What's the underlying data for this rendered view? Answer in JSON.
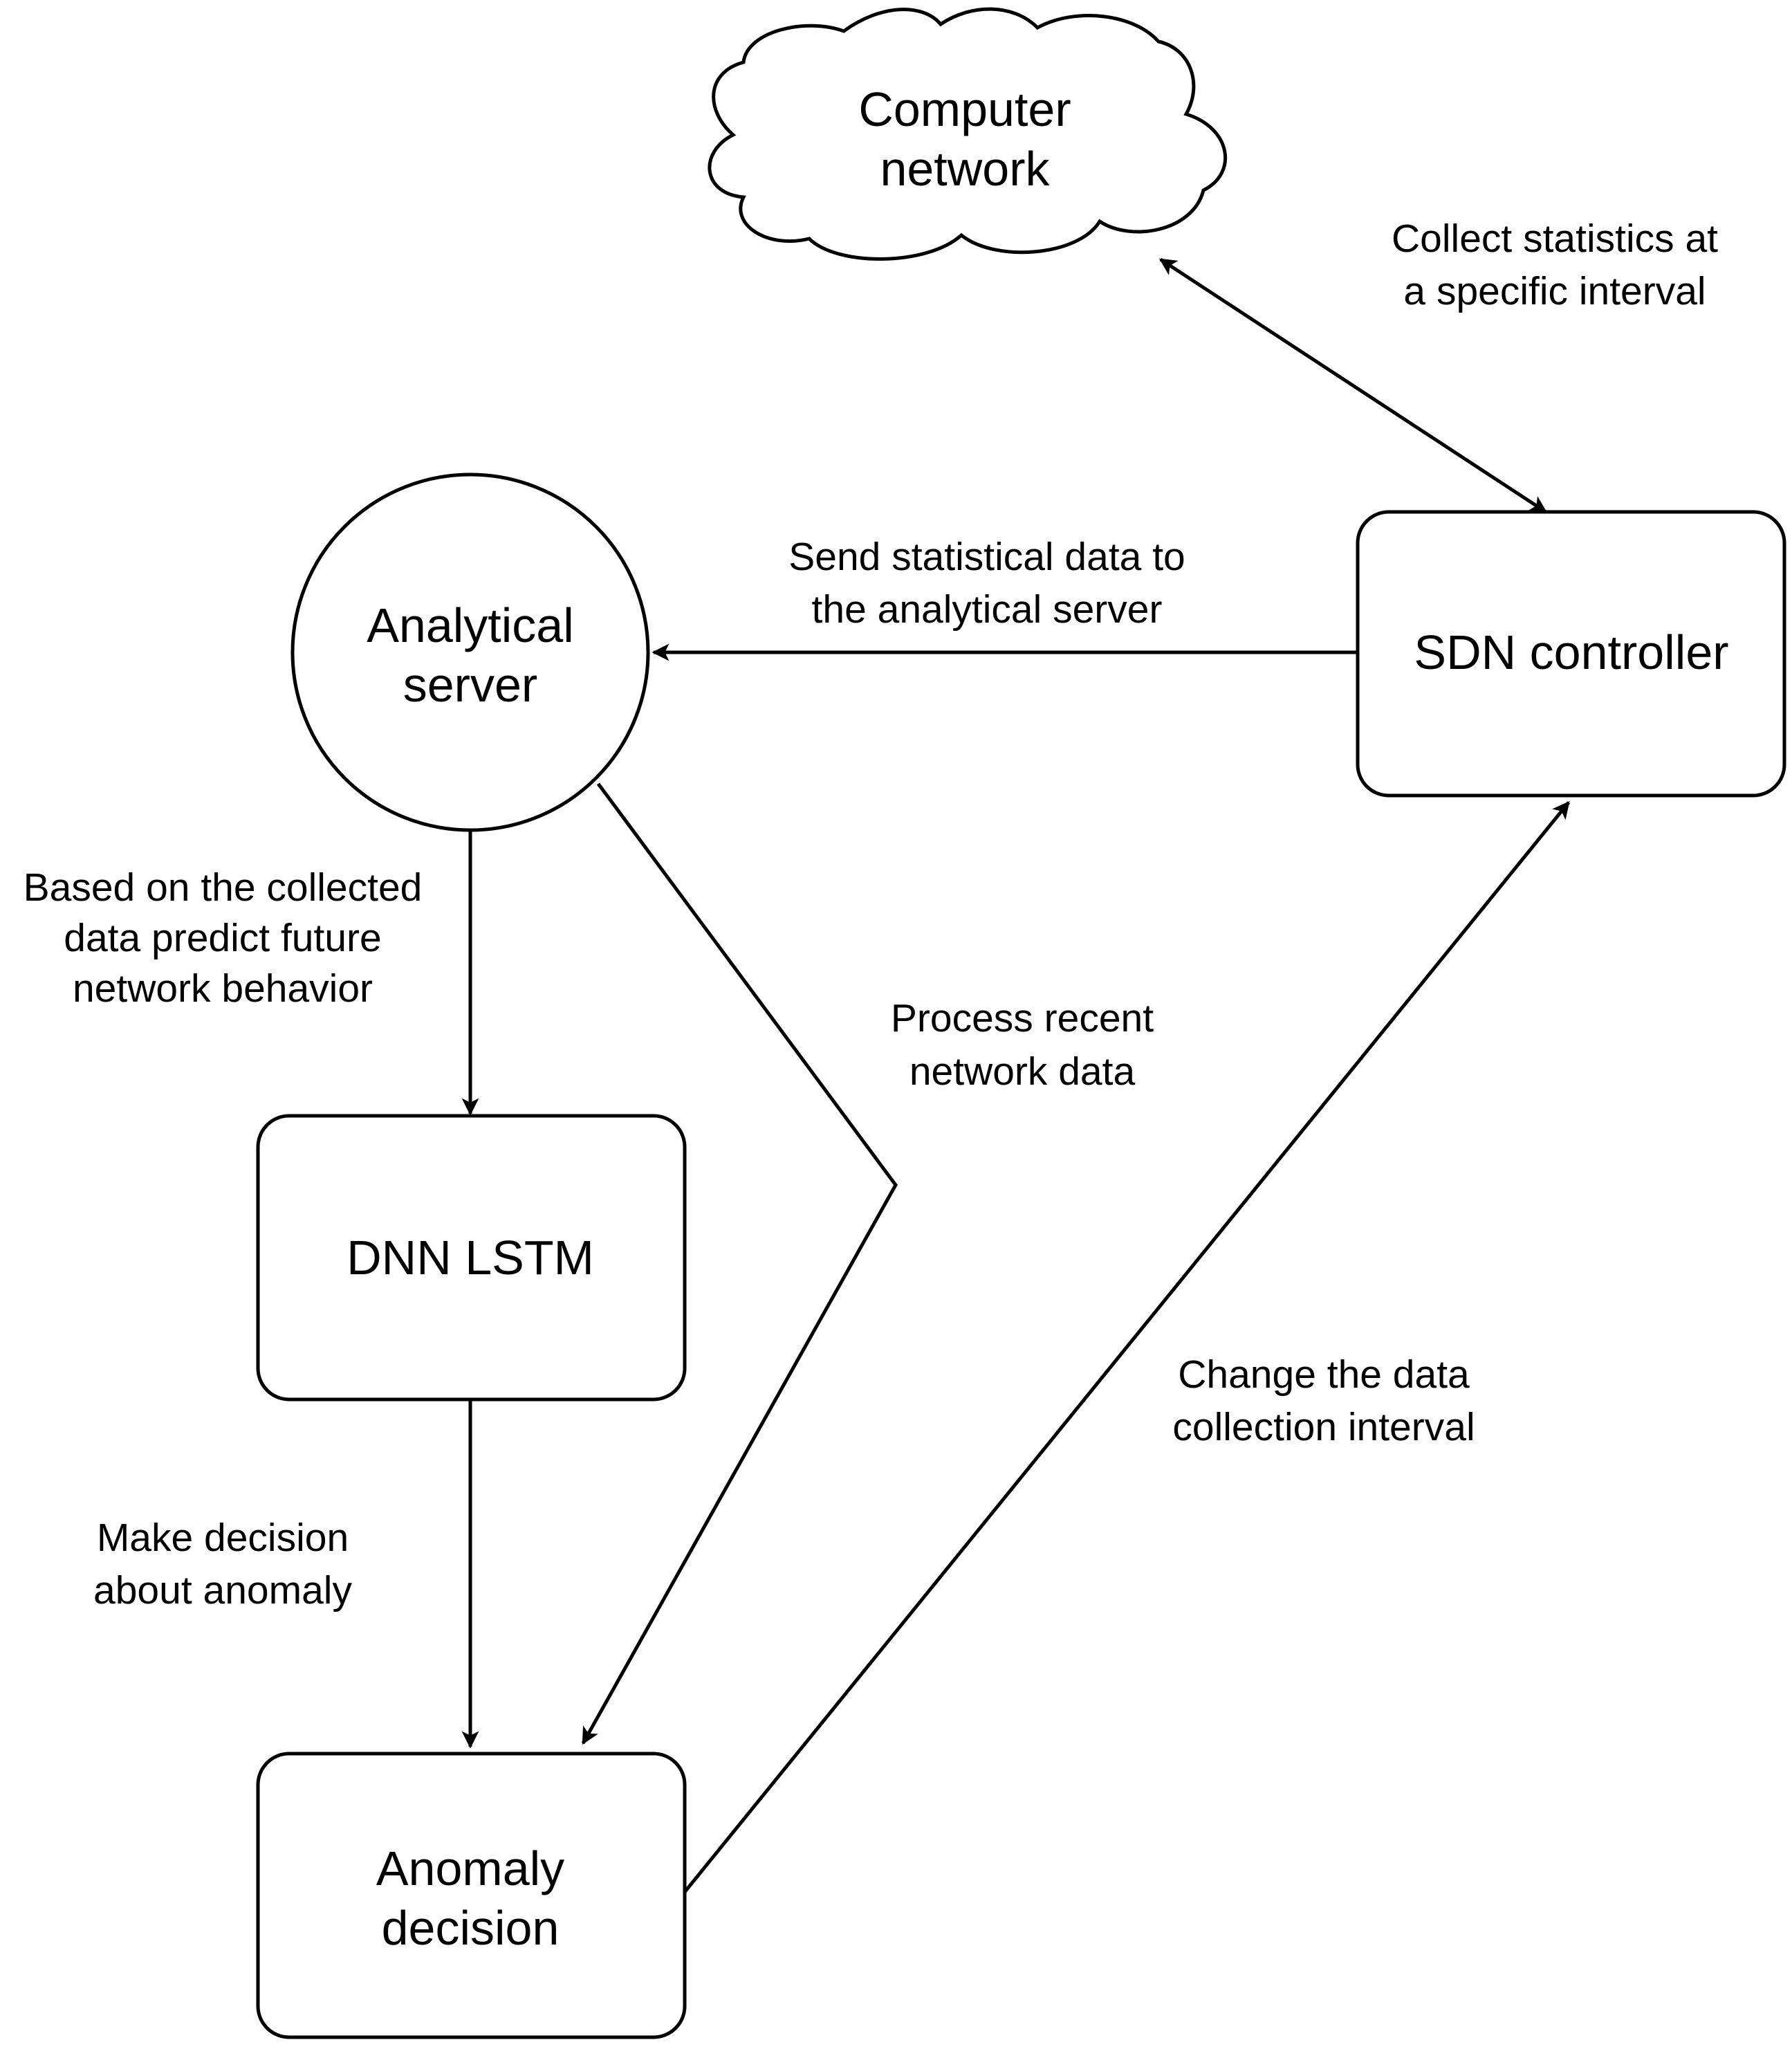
{
  "nodes": {
    "computer_network": {
      "label_lines": [
        "Computer",
        "network"
      ]
    },
    "sdn_controller": {
      "label_lines": [
        "SDN controller"
      ]
    },
    "analytical_server": {
      "label_lines": [
        "Analytical",
        "server"
      ]
    },
    "dnn_lstm": {
      "label_lines": [
        "DNN LSTM"
      ]
    },
    "anomaly_decision": {
      "label_lines": [
        "Anomaly",
        "decision"
      ]
    }
  },
  "edges": {
    "collect_statistics": {
      "label_lines": [
        "Collect statistics at",
        "a specific interval"
      ]
    },
    "send_statistical_data": {
      "label_lines": [
        "Send statistical data to",
        "the analytical server"
      ]
    },
    "predict_behavior": {
      "label_lines": [
        "Based on the collected",
        "data predict future",
        "network behavior"
      ]
    },
    "process_recent": {
      "label_lines": [
        "Process recent",
        "network data"
      ]
    },
    "make_decision": {
      "label_lines": [
        "Make decision",
        "about anomaly"
      ]
    },
    "change_interval": {
      "label_lines": [
        "Change the data",
        "collection interval"
      ]
    }
  }
}
